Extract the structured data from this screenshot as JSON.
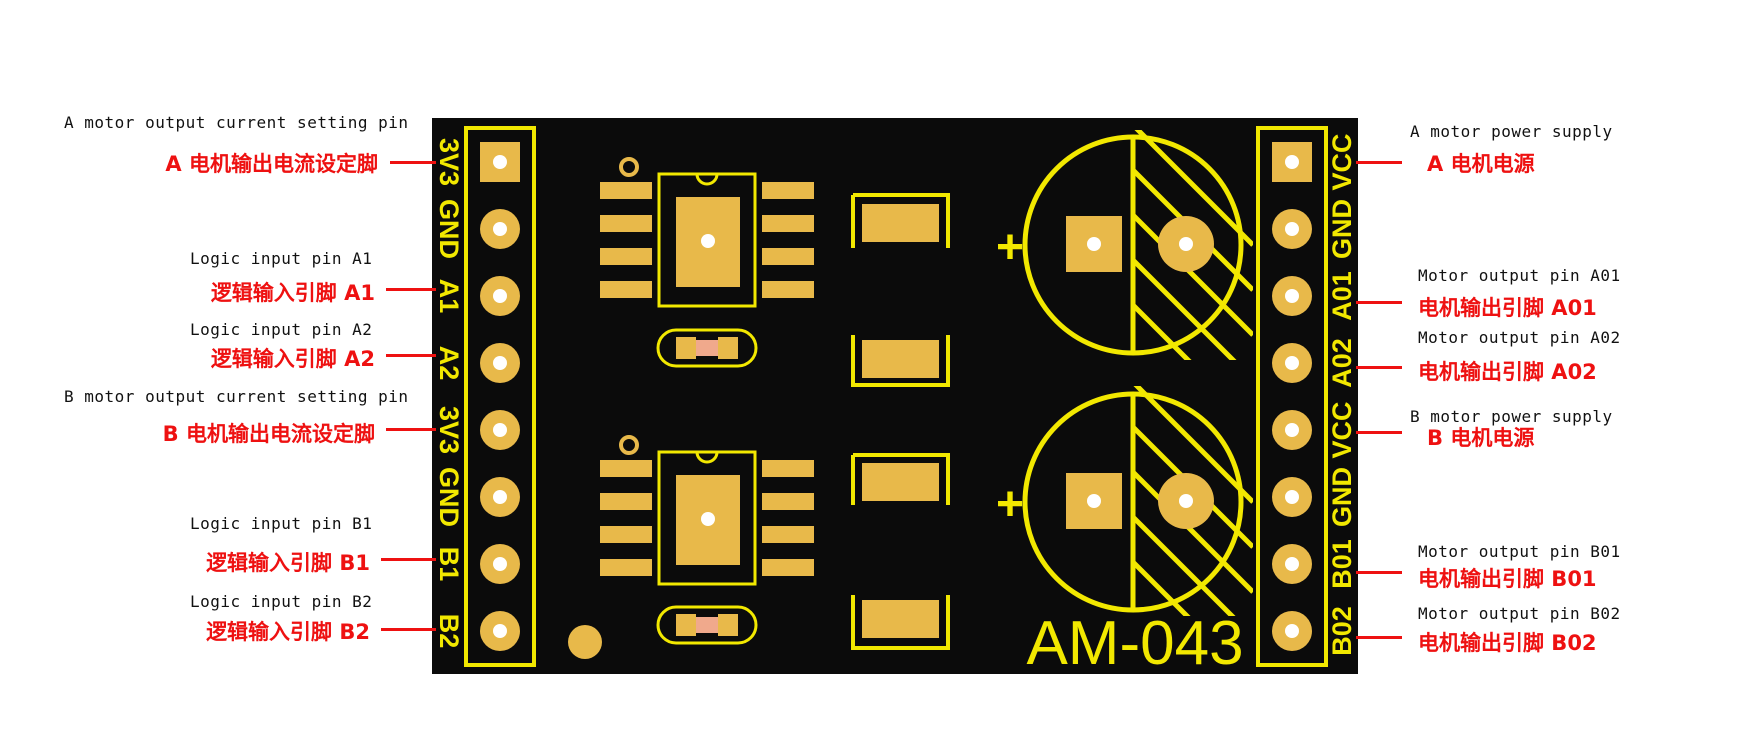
{
  "board": {
    "model": "AM-043",
    "colors": {
      "pcb": "#0b0b0b",
      "silk": "#f2e800",
      "pad": "#e8b94a",
      "label_red": "#ee1111",
      "text": "#111111"
    },
    "left_pins": [
      "3V3",
      "GND",
      "A1",
      "A2",
      "3V3",
      "GND",
      "B1",
      "B2"
    ],
    "right_pins": [
      "VCC",
      "GND",
      "A01",
      "A02",
      "VCC",
      "GND",
      "B01",
      "B02"
    ],
    "polarity_symbol": "+"
  },
  "annotations": {
    "left": [
      {
        "en": "A motor output current setting pin",
        "cn": "A 电机输出电流设定脚"
      },
      {
        "en": "Logic input pin A1",
        "cn": "逻辑输入引脚 A1"
      },
      {
        "en": "Logic input pin A2",
        "cn": "逻辑输入引脚 A2"
      },
      {
        "en": "B motor output current setting pin",
        "cn": "B 电机输出电流设定脚"
      },
      {
        "en": "Logic input pin B1",
        "cn": "逻辑输入引脚 B1"
      },
      {
        "en": "Logic input pin B2",
        "cn": "逻辑输入引脚 B2"
      }
    ],
    "right": [
      {
        "en": "A motor power supply",
        "cn": "A 电机电源"
      },
      {
        "en": "Motor output pin A01",
        "cn": "电机输出引脚 A01"
      },
      {
        "en": "Motor output pin A02",
        "cn": "电机输出引脚 A02"
      },
      {
        "en": "B motor power supply",
        "cn": "B 电机电源"
      },
      {
        "en": "Motor output pin B01",
        "cn": "电机输出引脚 B01"
      },
      {
        "en": "Motor output pin B02",
        "cn": "电机输出引脚 B02"
      }
    ]
  }
}
